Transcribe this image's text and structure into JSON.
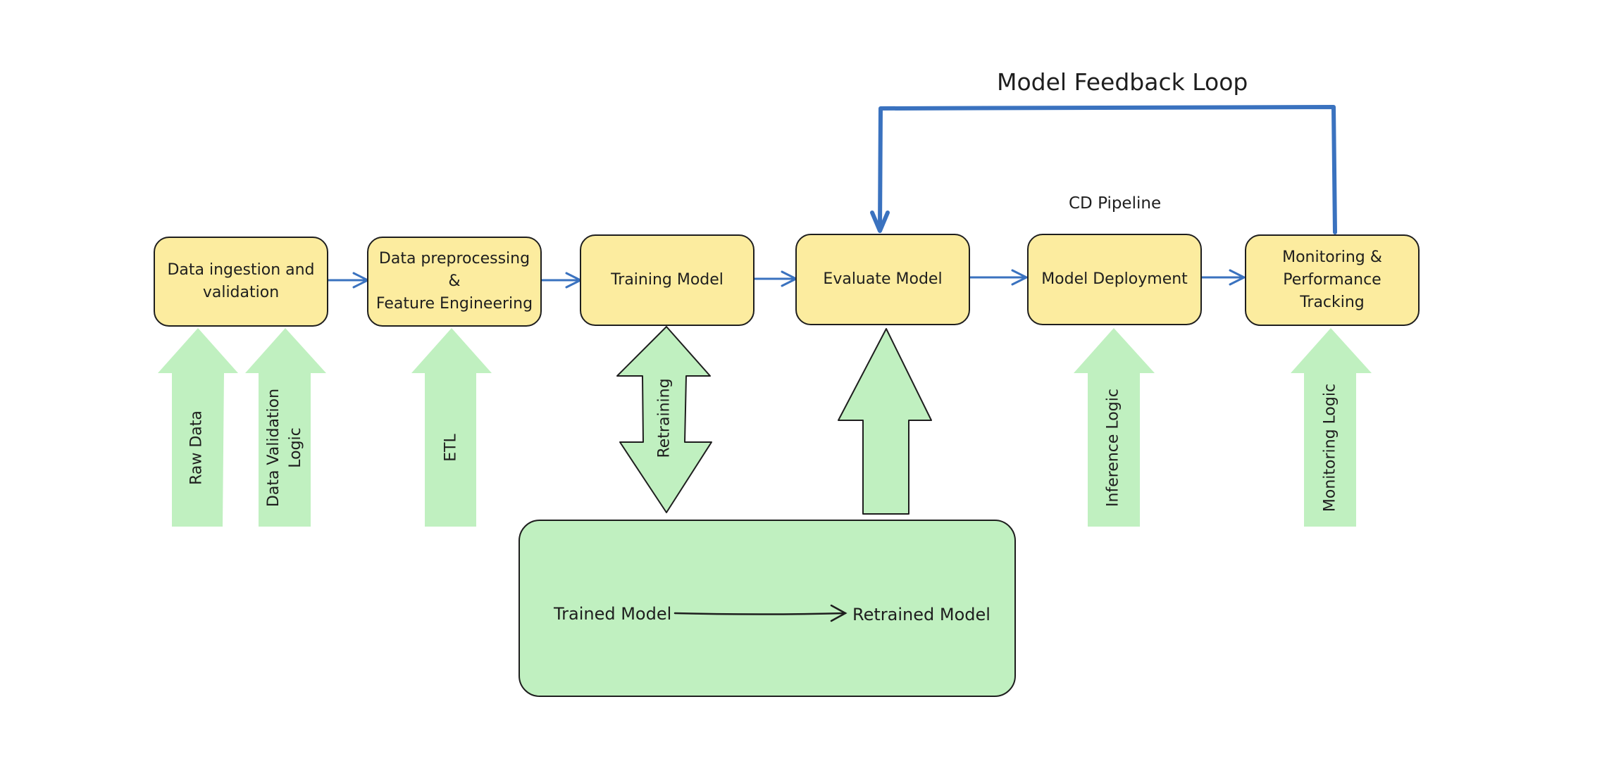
{
  "title": "Model Feedback Loop",
  "cd_label": "CD Pipeline",
  "stages": [
    {
      "label": "Data ingestion and\nvalidation"
    },
    {
      "label": "Data preprocessing\n&\nFeature Engineering"
    },
    {
      "label": "Training Model"
    },
    {
      "label": "Evaluate Model"
    },
    {
      "label": "Model Deployment"
    },
    {
      "label": "Monitoring &\nPerformance\nTracking"
    }
  ],
  "inputs": [
    {
      "label": "Raw Data"
    },
    {
      "label": "Data Validation\nLogic"
    },
    {
      "label": "ETL"
    },
    {
      "label": "Inference Logic"
    },
    {
      "label": "Monitoring Logic"
    }
  ],
  "retraining_label": "Retraining",
  "model_store": {
    "from": "Trained Model",
    "to": "Retrained Model"
  },
  "colors": {
    "stage_fill": "#fcec9f",
    "input_arrow": "#c0f0c0",
    "flow_arrow": "#3a72bf",
    "outline": "#1e1e1e"
  }
}
